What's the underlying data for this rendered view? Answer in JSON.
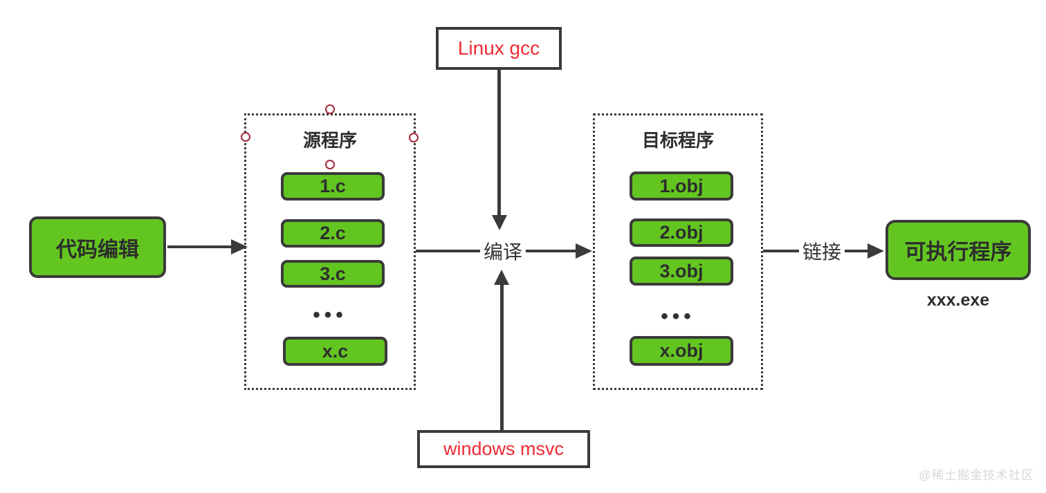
{
  "colors": {
    "green_fill": "#63c620",
    "stroke": "#3a3a3a",
    "arrow": "#3b3b3b",
    "red_text": "#ee2b33",
    "handle_red": "#a2293a",
    "text_dark": "#2d2d2d",
    "watermark_gray": "#d8d8d8"
  },
  "nodes": {
    "code_edit": {
      "label": "代码编辑"
    },
    "linux_gcc": {
      "label": "Linux gcc"
    },
    "windows_msvc": {
      "label": "windows msvc"
    },
    "executable": {
      "label": "可执行程序",
      "caption": "xxx.exe"
    }
  },
  "containers": {
    "source": {
      "title": "源程序",
      "items": [
        "1.c",
        "2.c",
        "3.c",
        "•••",
        "x.c"
      ]
    },
    "object": {
      "title": "目标程序",
      "items": [
        "1.obj",
        "2.obj",
        "3.obj",
        "•••",
        "x.obj"
      ]
    }
  },
  "edges": {
    "compile_label": "编译",
    "link_label": "链接"
  },
  "watermark": "@稀土掘金技术社区"
}
